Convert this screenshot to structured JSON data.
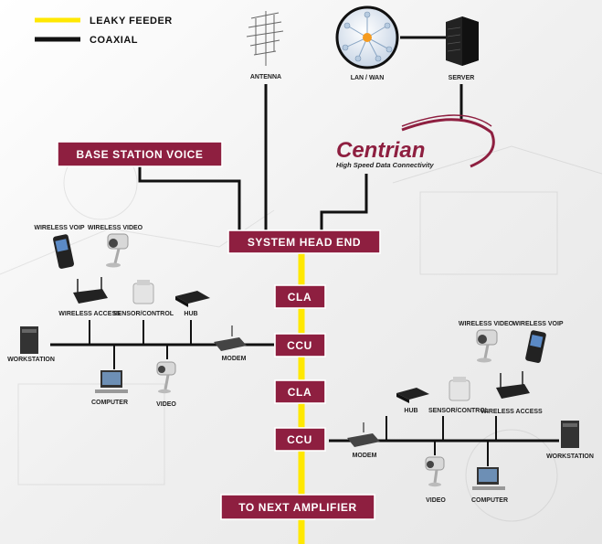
{
  "legend": {
    "leaky_feeder": "LEAKY FEEDER",
    "coaxial": "COAXIAL",
    "leaky_color": "#ffe800",
    "coax_color": "#111111"
  },
  "top": {
    "antenna": "ANTENNA",
    "lan_wan": "LAN / WAN",
    "server": "SERVER"
  },
  "logo": {
    "name": "Centrian",
    "tagline": "High Speed Data Connectivity",
    "color": "#8e1f40"
  },
  "boxes": {
    "base_station_voice": "BASE STATION VOICE",
    "system_head_end": "SYSTEM HEAD END",
    "cla_1": "CLA",
    "ccu_1": "CCU",
    "cla_2": "CLA",
    "ccu_2": "CCU",
    "to_next_amplifier": "TO NEXT AMPLIFIER"
  },
  "left_branch": {
    "wireless_voip": "WIRELESS VOIP",
    "wireless_video": "WIRELESS VIDEO",
    "wireless_access": "WIRELESS ACCESS",
    "sensor_control": "SENSOR/CONTROL",
    "hub": "HUB",
    "workstation": "WORKSTATION",
    "modem": "MODEM",
    "computer": "COMPUTER",
    "video": "VIDEO"
  },
  "right_branch": {
    "wireless_video": "WIRELESS VIDEO",
    "wireless_voip": "WIRELESS VOIP",
    "hub": "HUB",
    "sensor_control": "SENSOR/CONTROL",
    "wireless_access": "WIRELESS ACCESS",
    "modem": "MODEM",
    "workstation": "WORKSTATION",
    "video": "VIDEO",
    "computer": "COMPUTER"
  },
  "box_color": "#8e1f40"
}
